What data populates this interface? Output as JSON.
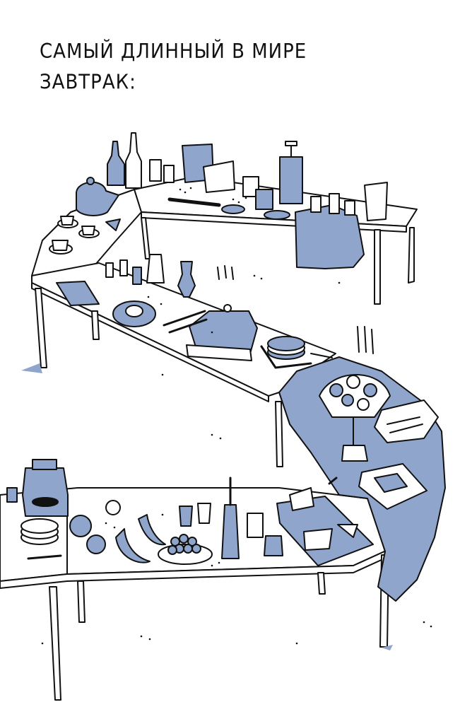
{
  "heading": {
    "line1": "САМЫЙ ДЛИННЫЙ В МИРЕ",
    "line2": "ЗАВТРАК:"
  },
  "colors": {
    "ink": "#111111",
    "accent_blue": "#8fa5cc",
    "paper": "#ffffff"
  },
  "illustration": {
    "subject": "long zigzag breakfast table",
    "icons": [
      "bottle-icon",
      "teapot-icon",
      "french-press-icon",
      "cup-icon",
      "cheese-dome-icon",
      "fruit-basket-icon",
      "bread-icon",
      "plates-icon",
      "pepper-mill-icon",
      "banana-icon",
      "grapes-icon",
      "apple-icon",
      "jar-icon",
      "tablecloth-icon"
    ]
  }
}
